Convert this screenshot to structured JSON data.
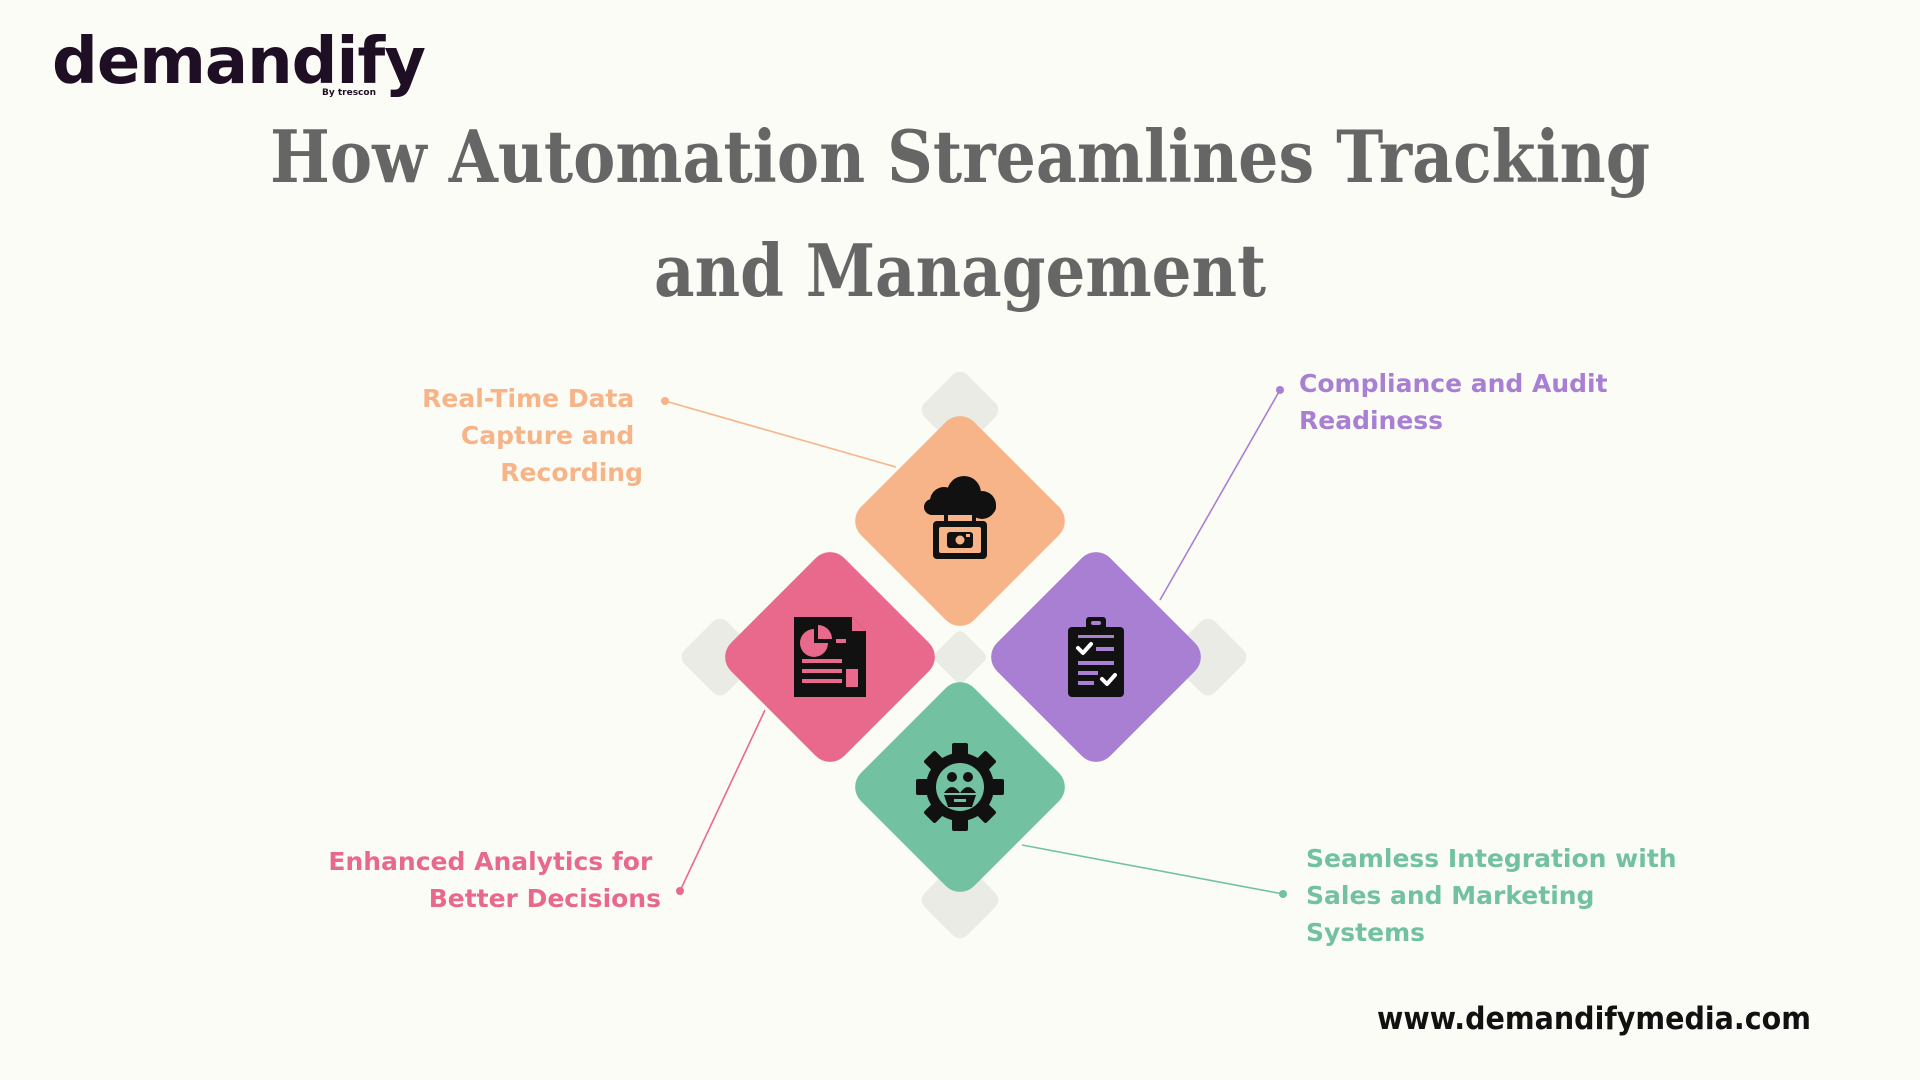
{
  "brand": {
    "name": "demandify",
    "tagline": "By trescon"
  },
  "title": {
    "line1": "How Automation Streamlines Tracking",
    "line2": "and Management"
  },
  "items": [
    {
      "id": "top",
      "label": [
        "Real-Time Data",
        "Capture and",
        "Recording"
      ],
      "color": "#f6b488",
      "icon": "cloud-camera-icon"
    },
    {
      "id": "right",
      "label": [
        "Compliance and Audit",
        "Readiness"
      ],
      "color": "#a97fd4",
      "icon": "clipboard-checklist-icon"
    },
    {
      "id": "left",
      "label": [
        "Enhanced Analytics for",
        "Better Decisions"
      ],
      "color": "#e8698c",
      "icon": "analytics-report-icon"
    },
    {
      "id": "bottom",
      "label": [
        "Seamless Integration with",
        "Sales and Marketing",
        "Systems"
      ],
      "color": "#72c2a1",
      "icon": "gear-team-icon"
    }
  ],
  "footer": {
    "url": "www.demandifymedia.com"
  }
}
